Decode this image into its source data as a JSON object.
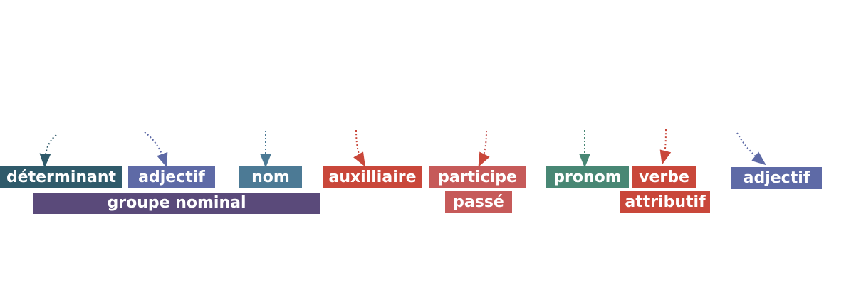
{
  "labels": {
    "determinant": "déterminant",
    "adjectif_1": "adjectif",
    "nom": "nom",
    "groupe_nominal": "groupe nominal",
    "auxilliaire": "auxilliaire",
    "participe": "participe",
    "passe": "passé",
    "pronom": "pronom",
    "verbe": "verbe",
    "attributif": "attributif",
    "adjectif_2": "adjectif"
  },
  "colors": {
    "teal": "#2f5a6a",
    "slate_blue": "#4c7a95",
    "violet": "#5e6aa6",
    "plum": "#5a4a7a",
    "red": "#c9473a",
    "rose": "#c65a59",
    "green": "#488774"
  }
}
